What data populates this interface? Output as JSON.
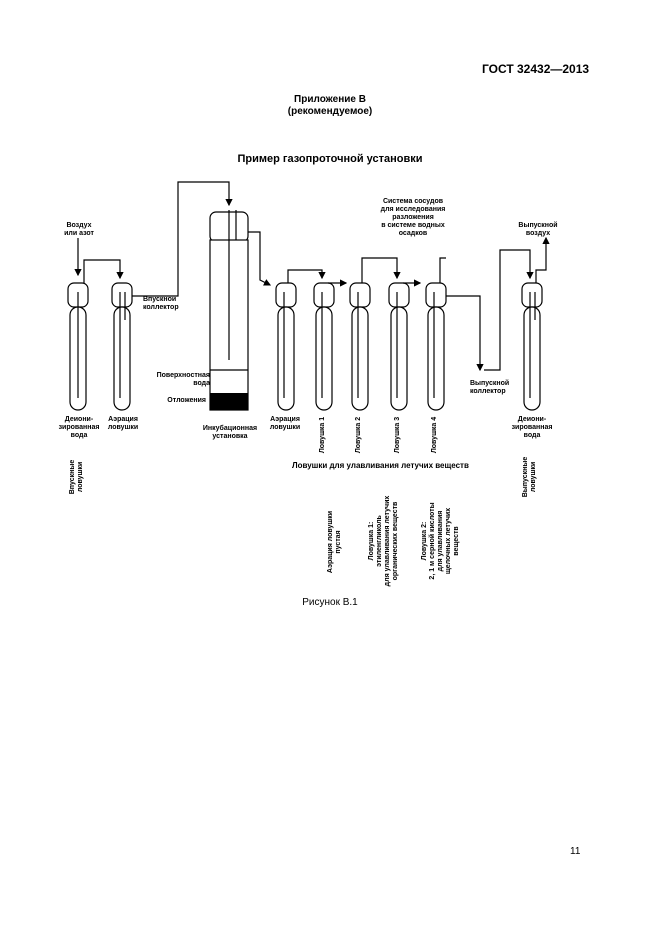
{
  "header": {
    "standard": "ГОСТ 32432—2013",
    "appendix_title": "Приложение В",
    "appendix_note": "(рекомендуемое)",
    "section_title": "Пример газопроточной установки"
  },
  "labels": {
    "air_inlet": "Воздух\nили азот",
    "inlet_collector": "Впускной\nколлектор",
    "system_vessels": "Система сосудов\nдля исследования\nразложения\nв системе водных\nосадков",
    "outlet_air": "Выпускной\nвоздух",
    "outlet_collector": "Выпускной\nколлектор",
    "surface_water": "Поверхностная\nвода",
    "sediment": "Отложения",
    "incubation_unit": "Инкубационная\nустановка",
    "deionized_water_1": "Деиони-\nзированная\nвода",
    "aeration_trap_1": "Аэрация\nловушки",
    "aeration_trap_2": "Аэрация\nловушки",
    "deionized_water_2": "Деиони-\nзированная\nвода",
    "volatile_traps_title": "Ловушки для улавливания летучих веществ"
  },
  "vertical_labels": {
    "inlet_traps": "Впускные\nловушки",
    "outlet_traps": "Выпускные\nловушки",
    "trap1": "Ловушка 1",
    "trap2": "Ловушка 2",
    "trap3": "Ловушка 3",
    "trap4": "Ловушка 4",
    "aeration_trap_tube": "Аэрация ловушки\nпустая",
    "trap1_desc": "Ловушка 1:\nэтиленгликоль\nдля улавливания летучих\nорганических веществ",
    "trap2_desc": "Ловушка 2:\n2, 1 м серной кислоты\nдля улавливания\nщелочных летучих\nвеществ"
  },
  "caption": "Рисунок В.1",
  "page_number": "11"
}
